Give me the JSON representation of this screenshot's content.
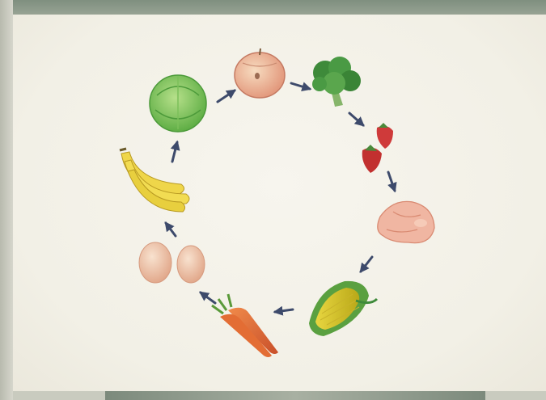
{
  "illustration": {
    "colors": {
      "paper": "#f2f0e6",
      "arrow": "#3d4a6b",
      "frame": "#8d9a8b"
    },
    "cycle_items": [
      {
        "name": "apple",
        "icon": "apple-icon"
      },
      {
        "name": "broccoli",
        "icon": "broccoli-icon"
      },
      {
        "name": "strawberries",
        "icon": "strawberry-icon"
      },
      {
        "name": "chicken",
        "icon": "chicken-icon"
      },
      {
        "name": "corn",
        "icon": "corn-icon"
      },
      {
        "name": "carrots",
        "icon": "carrot-icon"
      },
      {
        "name": "eggs",
        "icon": "egg-icon"
      },
      {
        "name": "bananas",
        "icon": "banana-icon"
      },
      {
        "name": "cabbage",
        "icon": "cabbage-icon"
      }
    ],
    "arrow_direction": "clockwise"
  }
}
